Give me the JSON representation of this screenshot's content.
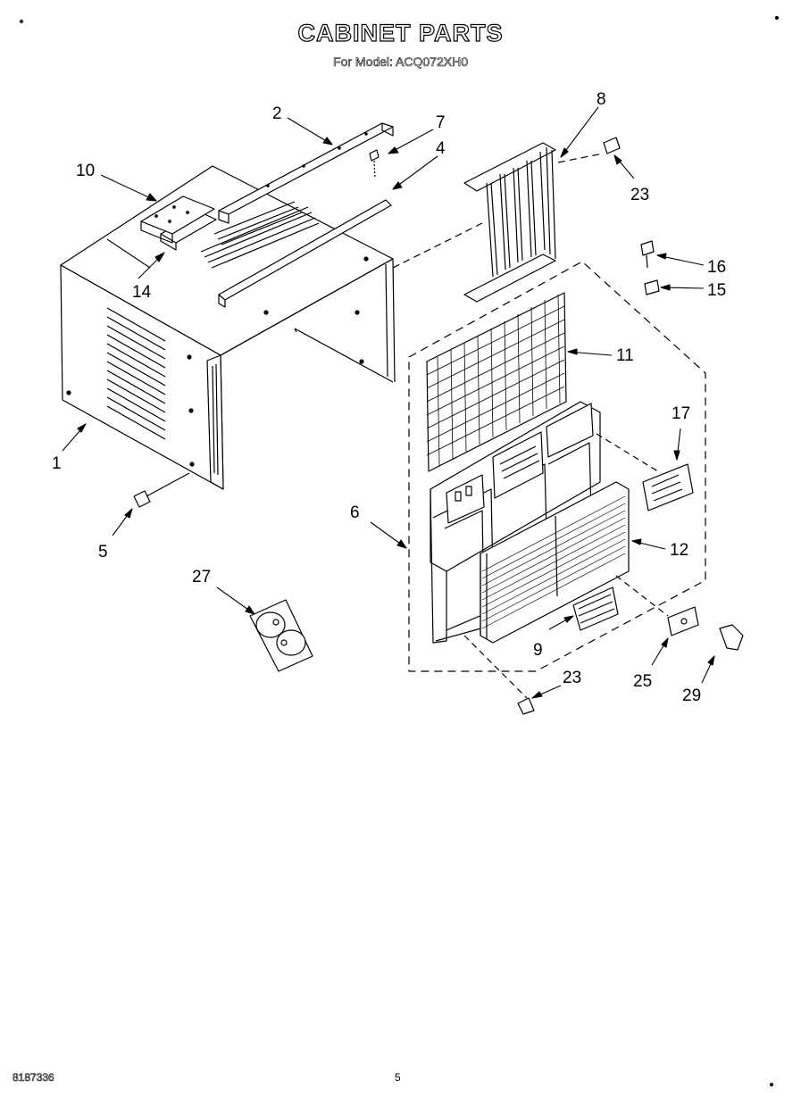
{
  "title": "CABINET PARTS",
  "subtitle": "For Model: ACQ072XH0",
  "footer": {
    "doc_number": "8187336",
    "page": "5"
  },
  "callouts": {
    "c1": "1",
    "c2": "2",
    "c4": "4",
    "c5": "5",
    "c6": "6",
    "c7": "7",
    "c8": "8",
    "c9": "9",
    "c10": "10",
    "c11": "11",
    "c12": "12",
    "c14": "14",
    "c15": "15",
    "c16": "16",
    "c17": "17",
    "c23a": "23",
    "c23b": "23",
    "c25": "25",
    "c27": "27",
    "c29": "29"
  }
}
